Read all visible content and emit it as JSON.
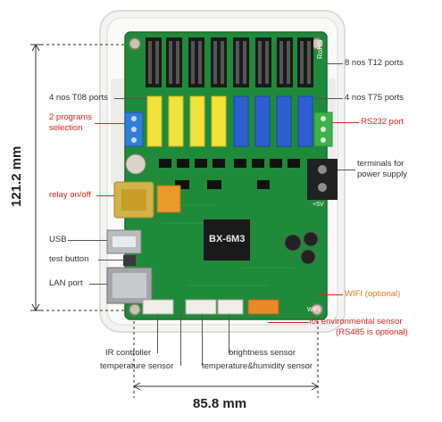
{
  "dimensions": {
    "height_label": "121.2 mm",
    "width_label": "85.8 mm"
  },
  "board": {
    "model_label": "BX-6M3",
    "rohs_label": "RoHS",
    "power_label": "+5V",
    "wifi_label": "WiFi"
  },
  "labels": {
    "t12_ports": "8 nos T12 ports",
    "t08_ports": "4 nos T08 ports",
    "t75_ports": "4 nos T75 ports",
    "programs_line1": "2 programs",
    "programs_line2": "selection",
    "rs232_port": "RS232 port",
    "terminals_line1": "terminals for",
    "terminals_line2": "power supply",
    "relay": "relay on/off",
    "usb": "USB",
    "test_button": "test button",
    "lan_port": "LAN port",
    "wifi_optional": "WIFI (optional)",
    "env_sensor_line1": "for environmental sensor",
    "env_sensor_line2": "(RS485 is optional)",
    "ir_controller": "IR controller",
    "temperature_sensor": "temperature sensor",
    "brightness_sensor": "brightness sensor",
    "temp_humidity_sensor": "temperature&humidity sensor"
  },
  "colors": {
    "pcb_green": "#1f8a3a",
    "case_white": "#f2f2f0",
    "label_red": "#e02020",
    "label_orange": "#e07a1e",
    "text_dark": "#333333"
  }
}
